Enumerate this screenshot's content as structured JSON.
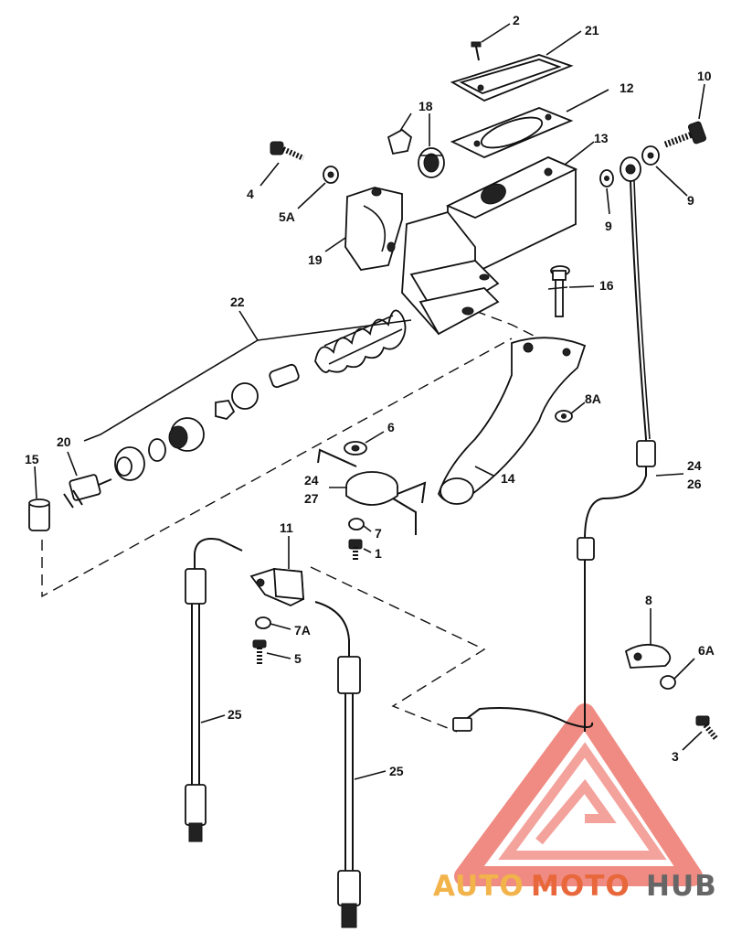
{
  "labels": {
    "l2": "2",
    "l21": "21",
    "l12": "12",
    "l18": "18",
    "l13": "13",
    "l10": "10",
    "l9a": "9",
    "l9b": "9",
    "l4": "4",
    "l5a": "5A",
    "l19": "19",
    "l16": "16",
    "l22": "22",
    "l8a": "8A",
    "l6": "6",
    "l14": "14",
    "l20": "20",
    "l15": "15",
    "l24a": "24",
    "l27": "27",
    "l24b": "24",
    "l26": "26",
    "l7": "7",
    "l1": "1",
    "l11": "11",
    "l7a": "7A",
    "l5": "5",
    "l8": "8",
    "l6a": "6A",
    "l3": "3",
    "l25a": "25",
    "l25b": "25"
  },
  "watermark": {
    "part1": "AUTO",
    "part2": "MOTO",
    "part3": "HUB",
    "color_light": "#f2b34a",
    "color_mid": "#e8683c",
    "color_dark": "#666666",
    "triangle_color": "#e64a3c"
  }
}
